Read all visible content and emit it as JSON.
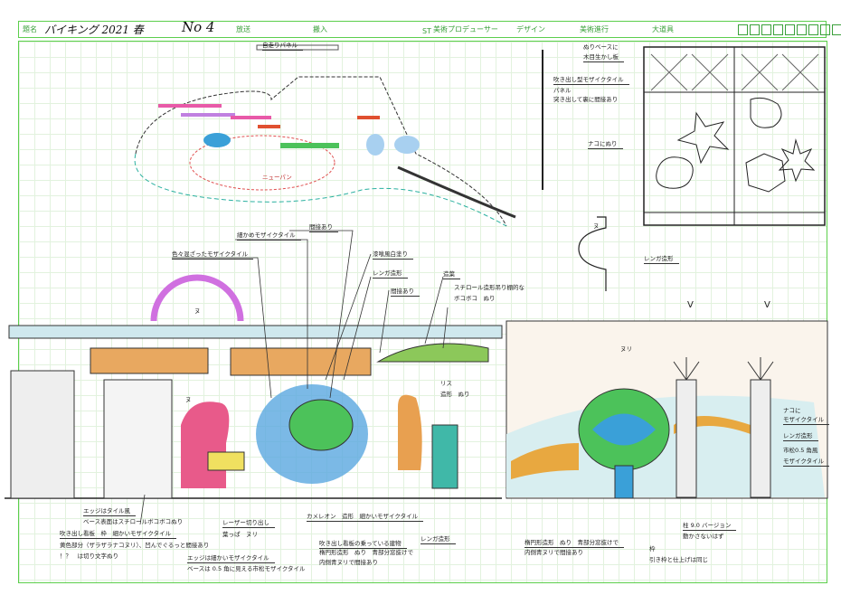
{
  "header": {
    "title_label": "題名",
    "title_value": "バイキング 2021 春",
    "number_value": "No 4",
    "broadcast_label": "放送",
    "load_in_label": "搬入",
    "st_label": "ST",
    "art_producer_label": "美術プロデューサー",
    "design_label": "デザイン",
    "art_progress_label": "美術進行",
    "props_label": "大道具"
  },
  "plan": {
    "panel_label": "自走りパネル",
    "stage_text": "ニューパン"
  },
  "panel_notes": {
    "wood": [
      "ぬりベースに",
      "木目生かし板"
    ],
    "mosaic": [
      "吹き出し型モザイクタイル",
      "パネル",
      "突き出して裏に間接あり"
    ],
    "nako": "ナコにぬり",
    "brick": "レンガ造形",
    "side_mark": "ヌ"
  },
  "front_notes": {
    "mixed_mosaic": "色々混ざったモザイクタイル",
    "fine_mosaic": "細かめモザイクタイル",
    "indirect1": "間接あり",
    "plaster": "漆喰風白塗り",
    "brick": "レンガ造形",
    "indirect2": "間接あり",
    "plants": "造葉",
    "styro": [
      "スチロール造形吊り棚的な",
      "ボコボコ　ぬり"
    ],
    "squirrel": [
      "リス",
      "造形　ぬり"
    ],
    "nu1": "ヌ",
    "nu2": "ヌ",
    "nuri_bg": "ヌリ",
    "v1": "V",
    "v2": "V",
    "nako_mosaic": [
      "ナコに",
      "モザイクタイル"
    ],
    "brick_right": "レンガ造形",
    "checker_right": [
      "市松0.5 角風",
      "モザイクタイル"
    ]
  },
  "bottom_notes": {
    "edge_tile": [
      "エッジはタイル風",
      "ベース表面はスチロールボコボコぬり"
    ],
    "sign": [
      "吹き出し看板　枠　細かいモザイクタイル",
      "黄色部分（ザラザラナコヌリ）、凹んでぐるっと間接あり",
      "！？　は切り文字ぬり"
    ],
    "laser": [
      "レーザー切り出し",
      "葉っぱ　ヌリ"
    ],
    "edge_fine": [
      "エッジは細かいモザイクタイル",
      "ベースは 0.5 角に見える市松モザイクタイル"
    ],
    "chameleon": "カメレオン　造形　細かいモザイクタイル",
    "building": [
      "吹き出し看板の乗っている建物",
      "楕円形造形　ぬり　青部分窓抜けで",
      "内側青ヌリで間接あり"
    ],
    "brick": "レンガ造形",
    "ellipse": [
      "楕円形造形　ぬり　青部分窓抜けで",
      "内側青ヌリで間接あり"
    ],
    "frame": [
      "枠",
      "引き枠と仕上げは同じ"
    ],
    "pillar": [
      "柱 9.0 バージョン",
      "動かさないはず"
    ]
  },
  "colors": {
    "frame_green": "#5ccf4c",
    "grid": "#e2f2de",
    "pink": "#e85aa8",
    "blue": "#3aa0d8",
    "green": "#4cc25a",
    "orange": "#e8a040",
    "teal": "#40b8a8"
  }
}
